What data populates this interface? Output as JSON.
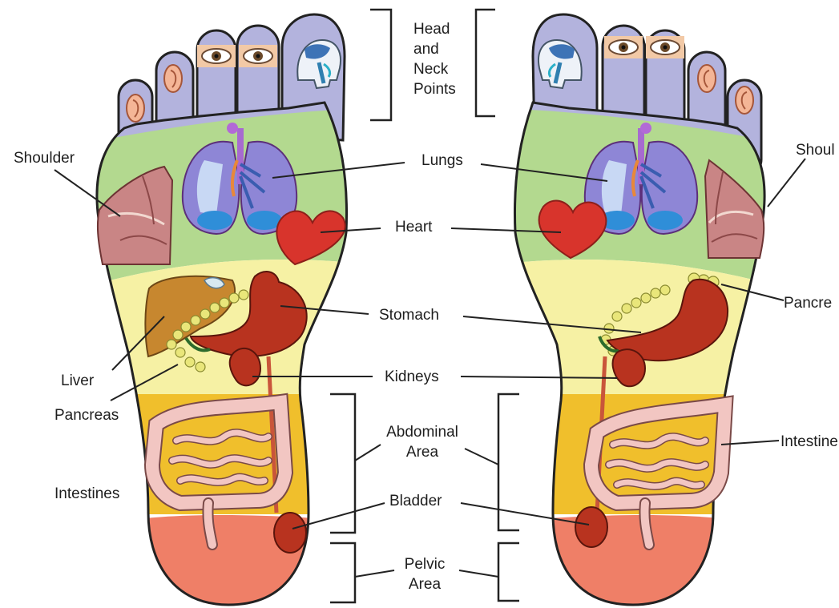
{
  "labels": {
    "head_neck": "Head\nand\nNeck\nPoints",
    "lungs": "Lungs",
    "heart": "Heart",
    "stomach": "Stomach",
    "kidneys": "Kidneys",
    "abdominal": "Abdominal\nArea",
    "bladder": "Bladder",
    "pelvic": "Pelvic\nArea",
    "shoulder_left": "Shoulder",
    "liver": "Liver",
    "pancreas_left": "Pancreas",
    "intestines_left": "Intestines",
    "shoulder_right": "Shoul",
    "pancreas_right": "Pancre",
    "intestines_right": "Intestine"
  },
  "colors": {
    "toes_zone": "#b3b3dd",
    "chest_zone": "#b3d98f",
    "upper_abdomen_zone": "#f6f1a4",
    "lower_abdomen_zone": "#f0bf2c",
    "pelvic_zone": "#ef7f67",
    "heart": "#d8342c",
    "stomach": "#b8331f",
    "intestines": "#f2c6c2",
    "liver": "#c7872f",
    "lungs": "#8e86d6",
    "shoulder": "#b06060",
    "outline": "#222222"
  }
}
